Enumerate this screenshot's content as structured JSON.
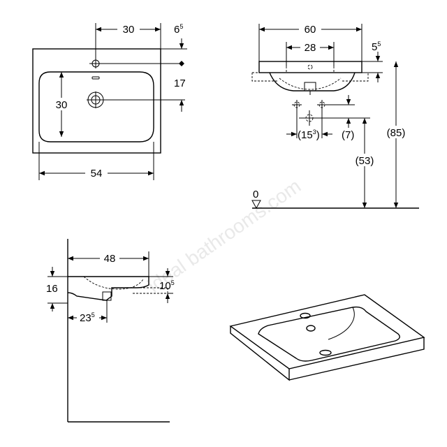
{
  "watermark": "ideal bathrooms.com",
  "top_view": {
    "width_total": "54",
    "tap_offset": "30",
    "tap_to_edge": {
      "main": "6",
      "sup": "5"
    },
    "bowl_depth": "30",
    "waste_offset": "17"
  },
  "front_view": {
    "width_outer": "60",
    "fixing_spacing": "28",
    "rim_thickness": {
      "main": "5",
      "sup": "5"
    },
    "waste_spacing": {
      "pre": "(15",
      "sup": "3",
      "post": ")"
    },
    "waste_drop": "(7)",
    "waste_height": "(53)",
    "rim_height": "(85)",
    "floor_mark": "0"
  },
  "side_view": {
    "projection": "48",
    "height": "16",
    "inner_height": {
      "main": "10",
      "sup": "5"
    },
    "waste_projection": {
      "main": "23",
      "sup": "5"
    }
  }
}
